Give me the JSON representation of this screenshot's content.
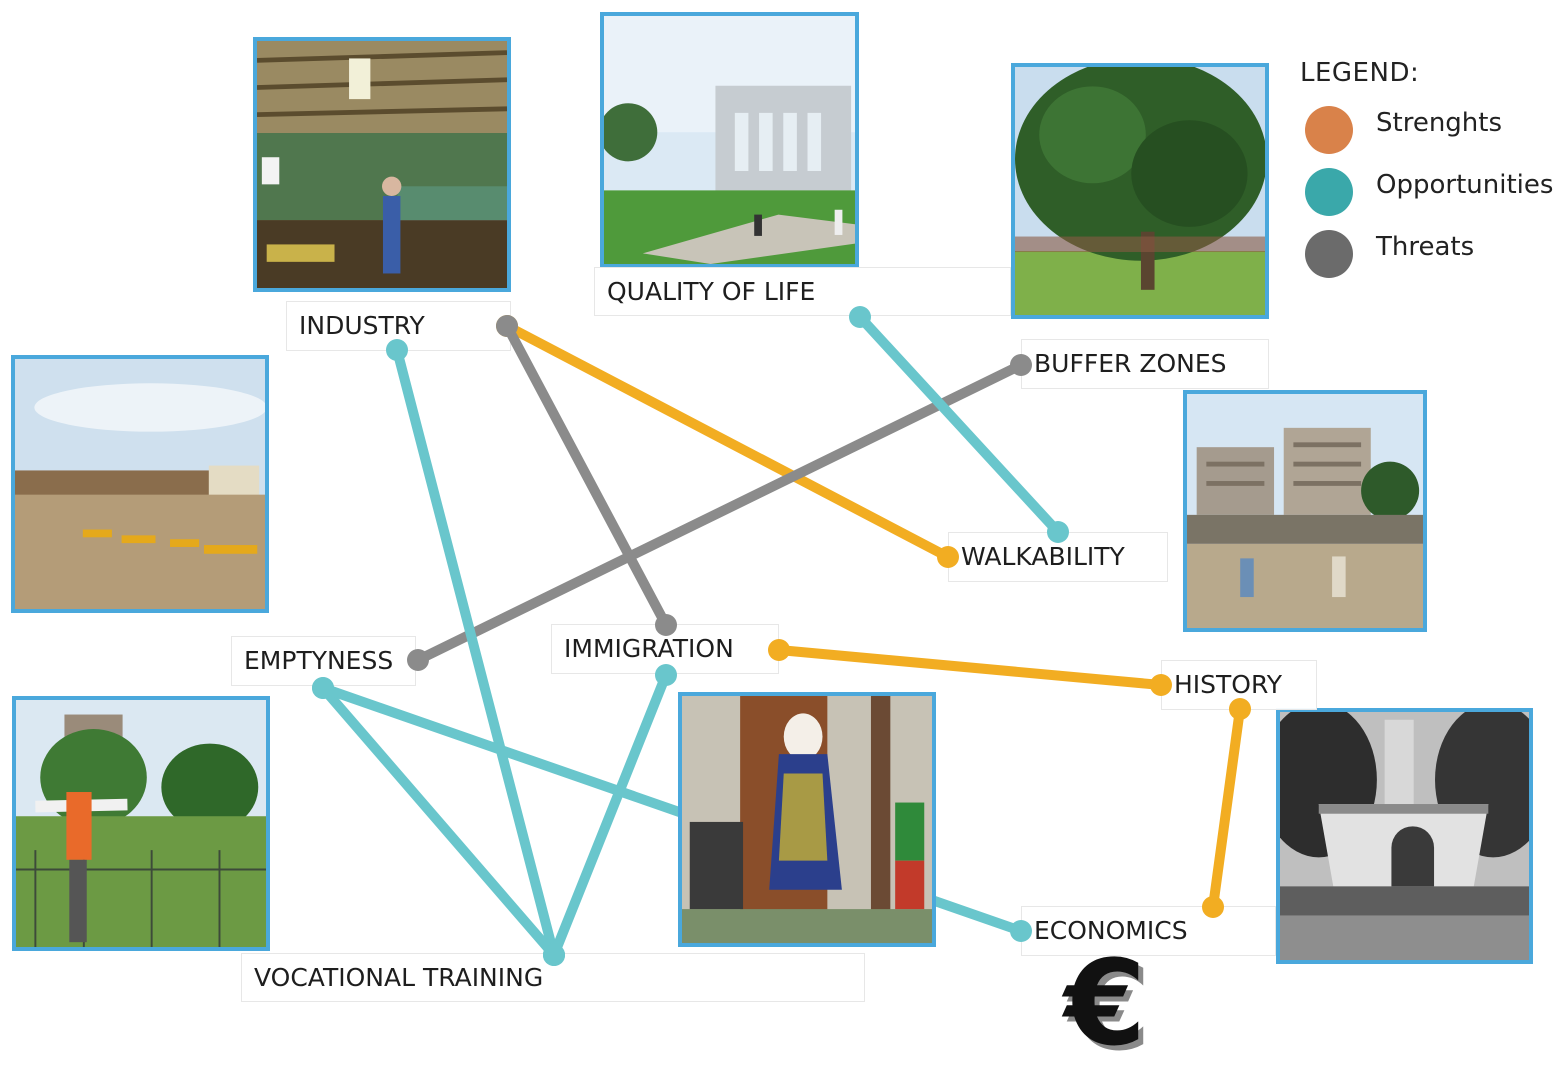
{
  "legend": {
    "title": "LEGEND:",
    "items": [
      {
        "label": "Strenghts",
        "color": "#d9824a"
      },
      {
        "label": "Opportunities",
        "color": "#3aa8aa"
      },
      {
        "label": "Threats",
        "color": "#6b6b6b"
      }
    ]
  },
  "concepts": {
    "quality_of_life": "QUALITY OF LIFE",
    "industry": "INDUSTRY",
    "buffer_zones": "BUFFER ZONES",
    "walkability": "WALKABILITY",
    "emptyness": "EMPTYNESS",
    "immigration": "IMMIGRATION",
    "history": "HISTORY",
    "economics": "ECONOMICS",
    "vocational_training": "VOCATIONAL TRAINING"
  },
  "currency_symbol": "€",
  "link_colors": {
    "teal": "#69c6cc",
    "orange": "#f2ad22",
    "gray": "#8b8b8b"
  },
  "links": [
    {
      "from": "INDUSTRY",
      "to": "WALKABILITY",
      "color": "orange"
    },
    {
      "from": "INDUSTRY",
      "to": "IMMIGRATION",
      "color": "gray"
    },
    {
      "from": "BUFFER ZONES",
      "to": "EMPTYNESS",
      "color": "gray"
    },
    {
      "from": "QUALITY OF LIFE",
      "to": "WALKABILITY",
      "color": "teal"
    },
    {
      "from": "INDUSTRY",
      "to": "VOCATIONAL TRAINING",
      "color": "teal"
    },
    {
      "from": "EMPTYNESS",
      "to": "VOCATIONAL TRAINING",
      "color": "teal"
    },
    {
      "from": "IMMIGRATION",
      "to": "VOCATIONAL TRAINING",
      "color": "teal"
    },
    {
      "from": "EMPTYNESS",
      "to": "ECONOMICS",
      "color": "teal"
    },
    {
      "from": "IMMIGRATION",
      "to": "HISTORY",
      "color": "orange"
    },
    {
      "from": "HISTORY",
      "to": "ECONOMICS",
      "color": "orange"
    }
  ]
}
